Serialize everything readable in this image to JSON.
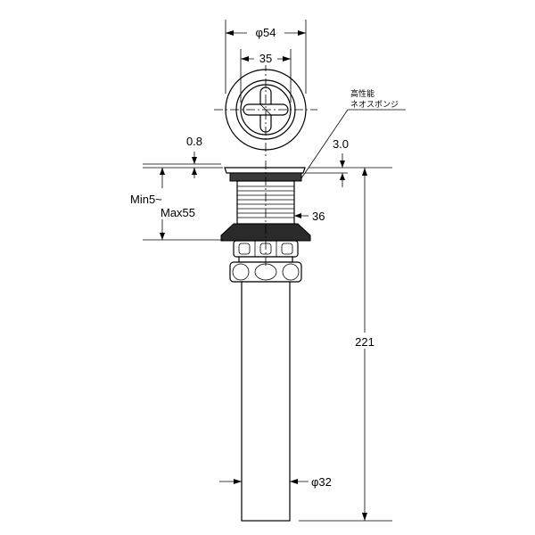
{
  "dimensions": {
    "outer_diameter": "φ54",
    "inner_width": "35",
    "cap_thickness": "0.8",
    "gap": "3.0",
    "range_min": "Min5~",
    "range_max": "Max55",
    "thread": "36",
    "total_length": "221",
    "pipe_diameter": "φ32"
  },
  "annotation": {
    "line1": "高性能",
    "line2": "ネオスポンジ"
  }
}
